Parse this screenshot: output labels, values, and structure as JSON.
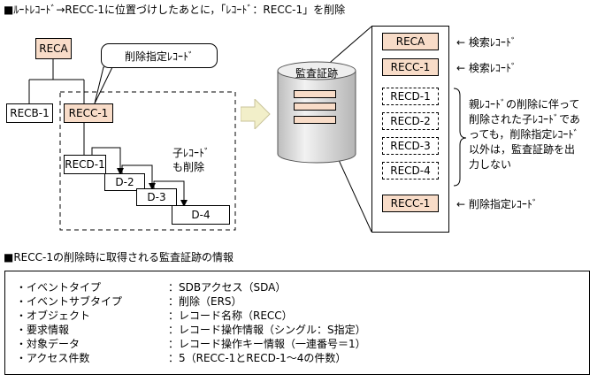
{
  "header": "■ﾙｰﾄﾚｺｰﾄﾞ→RECC-1に位置づけしたあとに，「ﾚｺｰﾄﾞ：RECC-1」を削除",
  "left": {
    "reca": "RECA",
    "recb": "RECB-1",
    "recc": "RECC-1",
    "callout": "削除指定ﾚｺｰﾄﾞ",
    "recd": "RECD-1",
    "d2": "D-2",
    "d3": "D-3",
    "d4": "D-4",
    "child_note_1": "子ﾚｺｰﾄﾞ",
    "child_note_2": "も削除"
  },
  "cylinder": {
    "label": "監査証跡"
  },
  "right": {
    "items": [
      "RECA",
      "RECC-1",
      "RECD-1",
      "RECD-2",
      "RECD-3",
      "RECD-4",
      "RECC-1"
    ],
    "label_search": "← 検索ﾚｺｰﾄﾞ",
    "label_delete": "← 削除指定ﾚｺｰﾄﾞ",
    "note": [
      "親ﾚｺｰﾄﾞの削除に伴って",
      "削除された子ﾚｺｰﾄﾞであ",
      "っても，削除指定ﾚｺｰﾄﾞ",
      "以外は，監査証跡を出",
      "力しない"
    ]
  },
  "section2": {
    "title": "■RECC-1の削除時に取得される監査証跡の情報",
    "rows": [
      {
        "label": "・イベントタイプ",
        "value": "：SDBアクセス（SDA）"
      },
      {
        "label": "・イベントサブタイプ",
        "value": "：削除（ERS）"
      },
      {
        "label": "・オブジェクト",
        "value": "：レコード名称（RECC）"
      },
      {
        "label": "・要求情報",
        "value": "：レコード操作情報（シングル：S指定）"
      },
      {
        "label": "・対象データ",
        "value": "：レコード操作キー情報（一連番号＝1）"
      },
      {
        "label": "・アクセス件数",
        "value": "：5（RECC-1とRECD-1～4の件数）"
      }
    ]
  },
  "colors": {
    "record_fill": "#f8dcc8",
    "arrow_fill": "#f2efc9",
    "cylinder_body": "#d9d9d9"
  }
}
